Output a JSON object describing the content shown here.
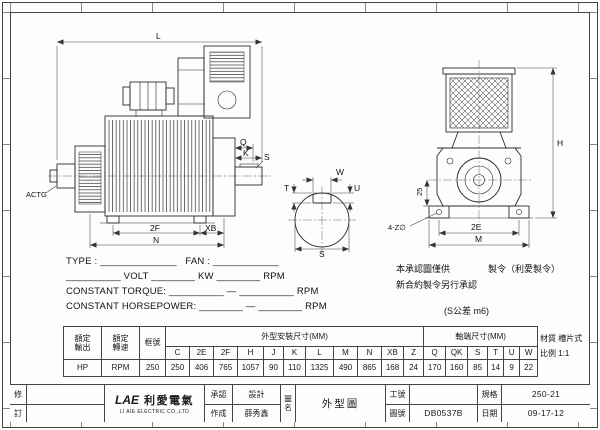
{
  "sheet": {
    "spec_lines": {
      "type_fan": "TYPE : ______________   FAN : ____________",
      "volt": "__________ VOLT ________ KW ________ RPM",
      "torque": "CONSTANT TORQUE: __________ — __________ RPM",
      "horsepower": "CONSTANT HORSEPOWER: ________ — ________ RPM"
    },
    "notes": {
      "approval1": "本承認圖僅供",
      "order": "製令（利愛製令）",
      "approval2": "新合約製令另行承認",
      "tolerance": "(S公差 m6)"
    }
  },
  "drawing": {
    "labels": {
      "L": "L",
      "Q": "Q",
      "K": "K",
      "S_shaft": "S",
      "actg": "ACTG",
      "F2": "2F",
      "XB": "XB",
      "N": "N",
      "W": "W",
      "U": "U",
      "T": "T",
      "S_front": "S",
      "H": "H",
      "v25": "25",
      "holes": "4-Z∅",
      "E2": "2E",
      "M": "M"
    }
  },
  "table": {
    "col_output": "額定\n輸出",
    "col_speed": "額定\n轉速",
    "col_frame": "框號",
    "group_mount": "外型安裝尺寸(MM)",
    "group_shaft": "軸端尺寸(MM)",
    "dim_headers": [
      "C",
      "2E",
      "2F",
      "H",
      "J",
      "K",
      "L",
      "M",
      "N",
      "XB",
      "Z",
      "Q",
      "QK",
      "S",
      "T",
      "U",
      "W"
    ],
    "row": {
      "output": "HP",
      "speed": "RPM",
      "frame": "250",
      "values": [
        "250",
        "406",
        "765",
        "1057",
        "90",
        "110",
        "1325",
        "490",
        "865",
        "168",
        "24",
        "170",
        "160",
        "85",
        "14",
        "9",
        "22"
      ]
    },
    "material_label": "材質",
    "material_value": "槽片式",
    "scale_label": "比例",
    "scale_value": "1:1"
  },
  "titleblock": {
    "rev_top": "修",
    "rev_bottom": "訂",
    "logo": "LAE",
    "company_cn": "利愛電氣",
    "company_en": "LI AIE ELECTRIC CO.,LTD",
    "approve_label": "承認",
    "design_label": "設計",
    "made_label": "作成",
    "maker_name": "薛秀鑫",
    "title_label": "圖名",
    "drawing_title": "外型圖",
    "job_label": "工號",
    "job_value": "",
    "dwg_label": "圖號",
    "dwg_value": "DB0537B",
    "spec_label": "規格",
    "spec_value": "250-21",
    "date_label": "日期",
    "date_value": "09-17-12"
  }
}
